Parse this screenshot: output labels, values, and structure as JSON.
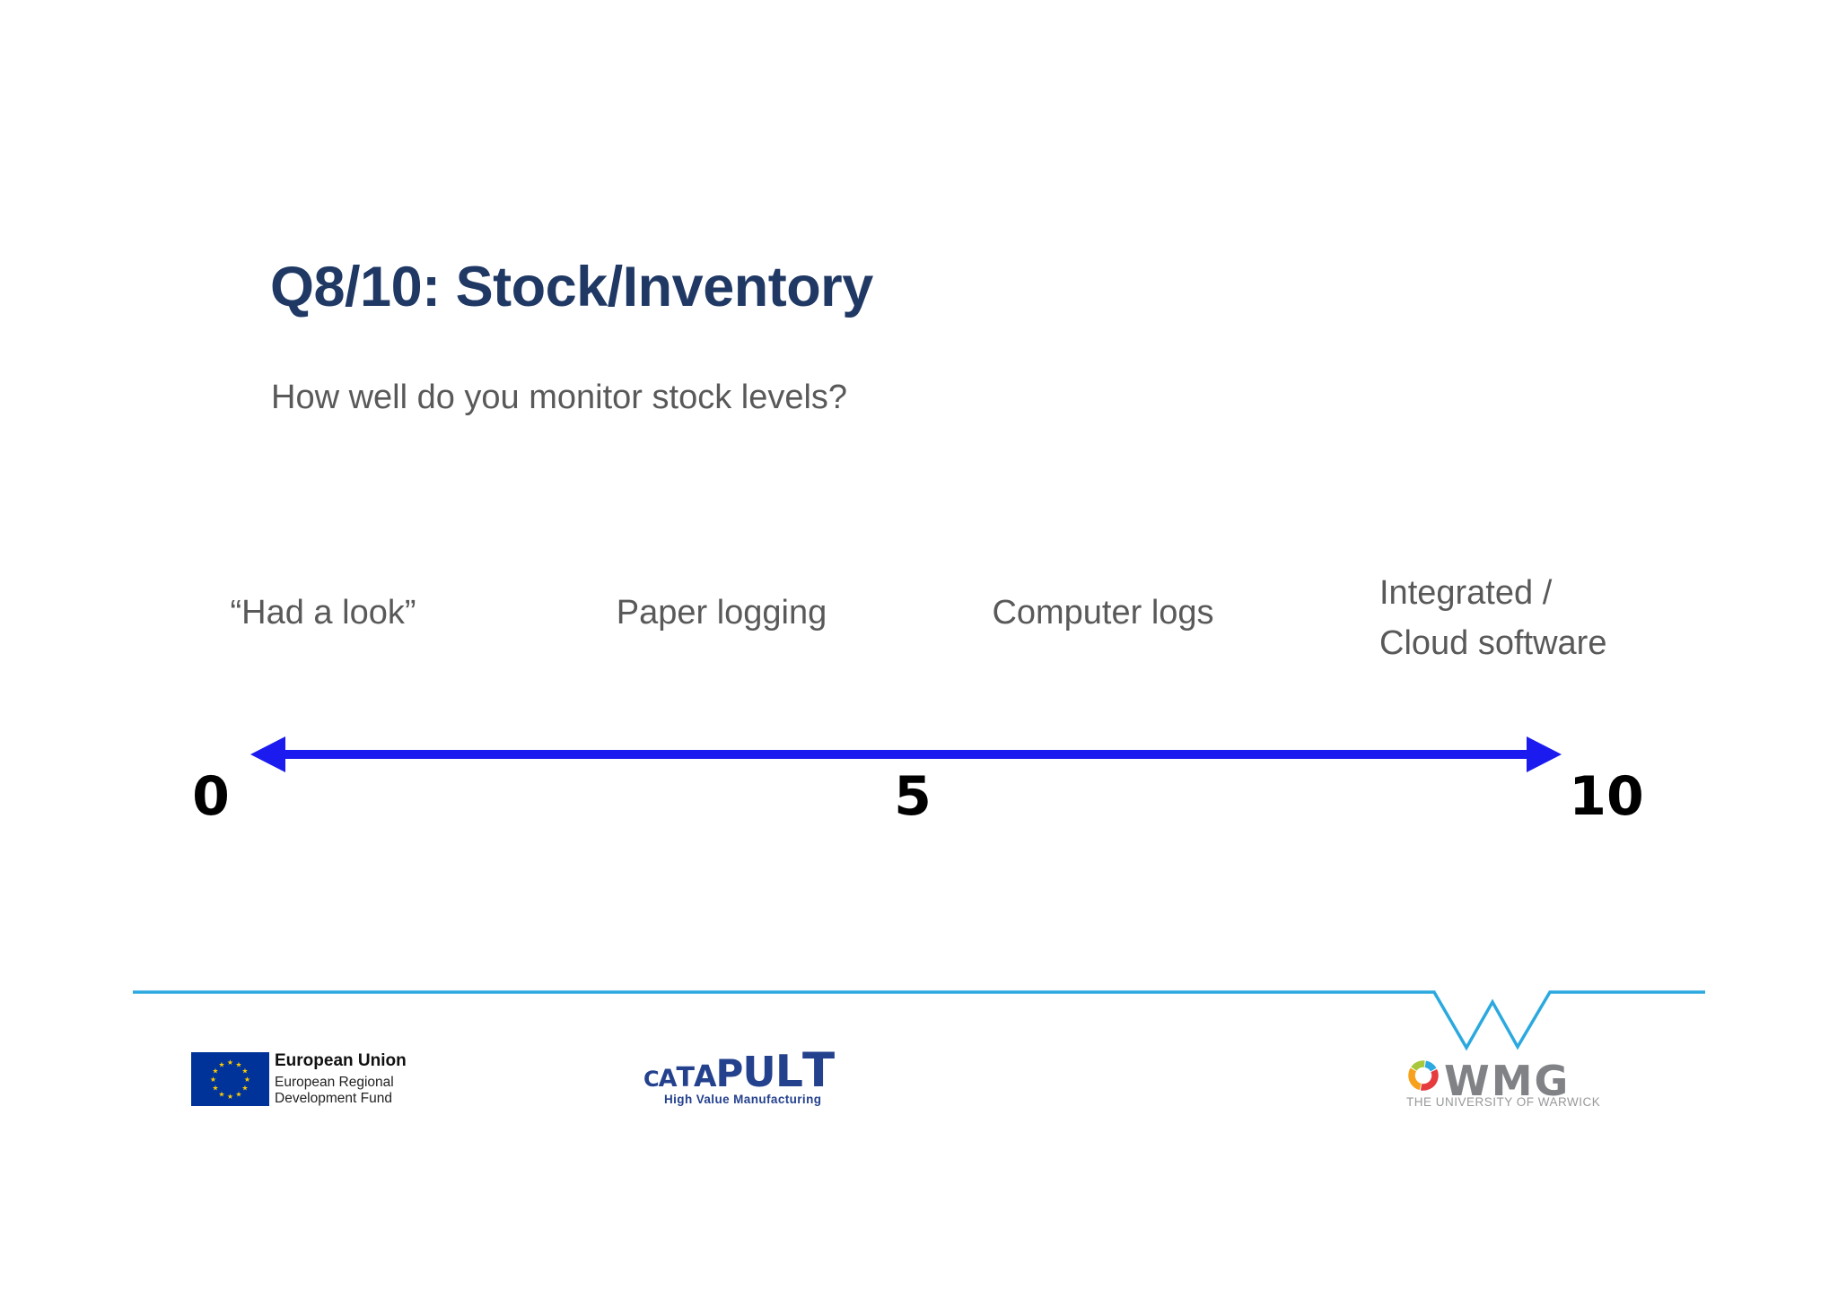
{
  "slide": {
    "title": "Q8/10: Stock/Inventory",
    "question": "How well do you monitor stock levels?"
  },
  "scale": {
    "min_label": "0",
    "mid_label": "5",
    "max_label": "10",
    "arrow_color": "#1B1BEF",
    "levels": [
      {
        "text": "“Had a look”"
      },
      {
        "text": "Paper logging"
      },
      {
        "text": "Computer logs"
      },
      {
        "line1": "Integrated /",
        "line2": "Cloud software"
      }
    ]
  },
  "footer": {
    "rule_color": "#2BA9DF",
    "eu_logo": {
      "flag_color": "#003399",
      "star_color": "#FFCC00",
      "title": "European Union",
      "line2": "European Regional",
      "line3": "Development Fund"
    },
    "catapult_logo": {
      "color": "#24418E",
      "letters": [
        "C",
        "A",
        "T",
        "A",
        "P",
        "U",
        "L",
        "T"
      ],
      "tagline": "High Value Manufacturing"
    },
    "wmg_logo": {
      "name": "WMG",
      "subtitle": "THE UNIVERSITY OF WARWICK",
      "text_color": "#808285"
    }
  },
  "colors": {
    "title": "#1F3864",
    "body_text": "#595959",
    "numbers": "#000000"
  }
}
